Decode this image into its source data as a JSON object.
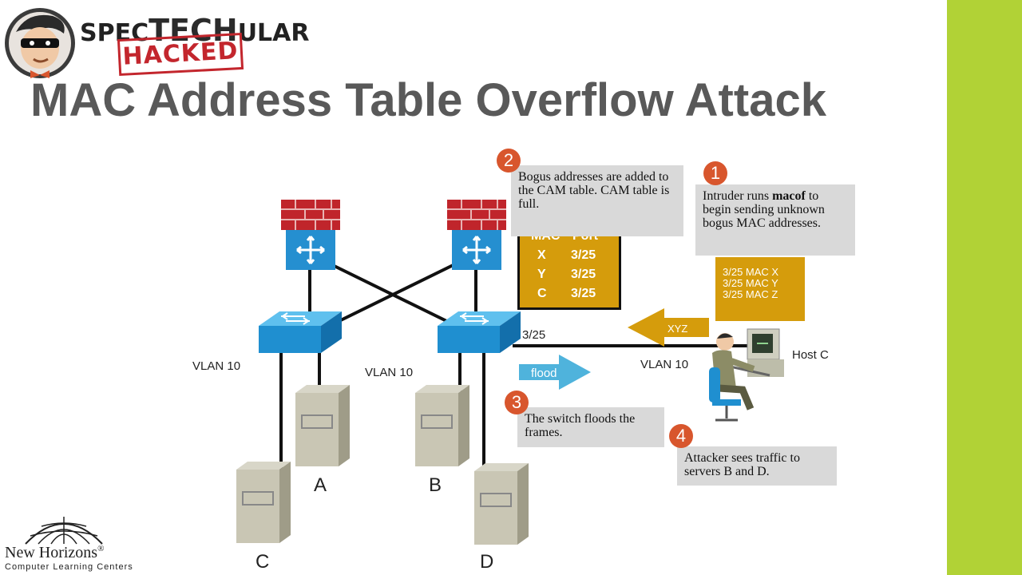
{
  "brand": {
    "name_prefix": "SPEC",
    "name_mid": "TECH",
    "name_suffix": "ULAR",
    "stamp": "HACKED"
  },
  "title": "MAC Address Table Overflow Attack",
  "steps": [
    {
      "number": "1",
      "text_before": "Intruder runs ",
      "bold": "macof",
      "text_after": " to begin sending unknown bogus MAC addresses."
    },
    {
      "number": "2",
      "text": "Bogus addresses are added to the CAM table. CAM table is full."
    },
    {
      "number": "3",
      "text": "The switch floods the frames."
    },
    {
      "number": "4",
      "text": "Attacker sees traffic to servers B and D."
    }
  ],
  "cam_table": {
    "headers": [
      "MAC",
      "Port"
    ],
    "rows": [
      {
        "mac": "X",
        "port": "3/25"
      },
      {
        "mac": "Y",
        "port": "3/25"
      },
      {
        "mac": "C",
        "port": "3/25"
      }
    ]
  },
  "mac_list": [
    "3/25 MAC X",
    "3/25 MAC Y",
    "3/25 MAC Z"
  ],
  "labels": {
    "vlan_left": "VLAN 10",
    "vlan_mid": "VLAN 10",
    "vlan_right": "VLAN 10",
    "port": "3/25",
    "host": "Host C",
    "xyz": "XYZ",
    "flood": "flood"
  },
  "servers": {
    "a": "A",
    "b": "B",
    "c": "C",
    "d": "D"
  },
  "footer_logo": {
    "name": "New Horizons",
    "reg": "®",
    "tagline": "Computer Learning Centers"
  },
  "colors": {
    "accent_green": "#b1d236",
    "badge": "#d8562d",
    "cam": "#d59c0c",
    "switch": "#1f9bd6",
    "firewall": "#c0252b"
  }
}
